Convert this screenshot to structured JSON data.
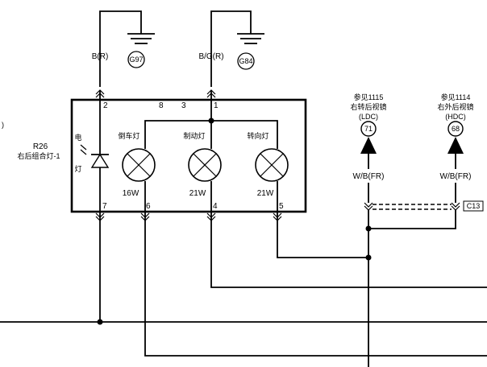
{
  "grounds": [
    {
      "wire": "B(R)",
      "label": "G97"
    },
    {
      "wire": "B/G(R)",
      "label": "G84"
    }
  ],
  "pins": {
    "p2": "2",
    "p8": "8",
    "p3": "3",
    "p1": "1",
    "p7": "7",
    "p6": "6",
    "p4": "4",
    "p5": "5"
  },
  "component": {
    "id": "R26",
    "name": "右后组合灯-1",
    "led_label_a": "电",
    "led_label_b": "灯"
  },
  "bulbs": [
    {
      "name": "倒车灯",
      "watt": "16W"
    },
    {
      "name": "制动灯",
      "watt": "21W"
    },
    {
      "name": "转向灯",
      "watt": "21W"
    }
  ],
  "refs": [
    {
      "title": "参见1115",
      "subtitle": "右转后视镜",
      "code": "(LDC)",
      "num": "71",
      "wire": "W/B(FR)"
    },
    {
      "title": "参见1114",
      "subtitle": "右外后视镜",
      "code": "(HDC)",
      "num": "68",
      "wire": "W/B(FR)"
    }
  ],
  "connector": "C13",
  "edge_mark": ")"
}
